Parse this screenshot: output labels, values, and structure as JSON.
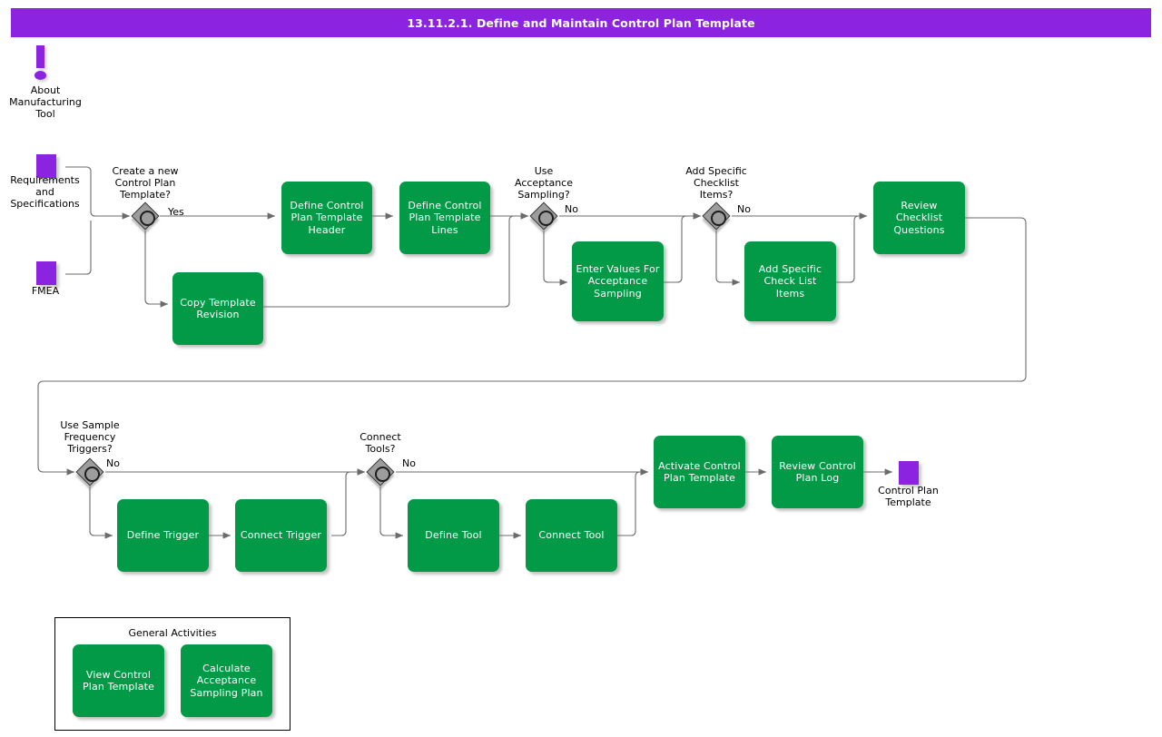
{
  "header": {
    "title": "13.11.2.1. Define and Maintain Control Plan Template"
  },
  "colors": {
    "accent_purple": "#8B23E0",
    "task_green": "#039A47",
    "gateway_gray": "#9D9D9D",
    "connector_gray": "#6B6B6B",
    "text_white": "#FFFFFF",
    "text_black": "#000000",
    "canvas": "#FFFFFF"
  },
  "about": {
    "icon": "exclamation-icon",
    "label": "About\nManufacturing\nTool"
  },
  "data_objects": [
    {
      "id": "requirements",
      "label": "Requirements\nand\nSpecifications",
      "icon": "data-object-icon"
    },
    {
      "id": "fmea",
      "label": "FMEA",
      "icon": "data-object-icon"
    },
    {
      "id": "control_plan_template_out",
      "label": "Control Plan\nTemplate",
      "icon": "data-object-icon"
    }
  ],
  "gateways": [
    {
      "id": "gw_create_new",
      "label": "Create a new\nControl Plan\nTemplate?",
      "branch_label": "Yes"
    },
    {
      "id": "gw_acceptance_sampling",
      "label": "Use\nAcceptance\nSampling?",
      "branch_label": "No"
    },
    {
      "id": "gw_checklist_items",
      "label": "Add Specific\nChecklist\nItems?",
      "branch_label": "No"
    },
    {
      "id": "gw_sample_frequency",
      "label": "Use Sample\nFrequency\nTriggers?",
      "branch_label": "No"
    },
    {
      "id": "gw_connect_tools",
      "label": "Connect\nTools?",
      "branch_label": "No"
    }
  ],
  "tasks": [
    {
      "id": "define_header",
      "label": "Define Control\nPlan Template\nHeader"
    },
    {
      "id": "define_lines",
      "label": "Define Control\nPlan Template\nLines"
    },
    {
      "id": "copy_template",
      "label": "Copy Template\nRevision"
    },
    {
      "id": "enter_values",
      "label": "Enter Values For\nAcceptance\nSampling"
    },
    {
      "id": "add_checklist_items",
      "label": "Add Specific\nCheck List\nItems"
    },
    {
      "id": "review_checklist",
      "label": "Review\nChecklist\nQuestions"
    },
    {
      "id": "define_trigger",
      "label": "Define Trigger"
    },
    {
      "id": "connect_trigger",
      "label": "Connect Trigger"
    },
    {
      "id": "define_tool",
      "label": "Define Tool"
    },
    {
      "id": "connect_tool",
      "label": "Connect Tool"
    },
    {
      "id": "activate_template",
      "label": "Activate Control\nPlan Template"
    },
    {
      "id": "review_log",
      "label": "Review Control\nPlan Log"
    }
  ],
  "general_activities": {
    "title": "General Activities",
    "tasks": [
      {
        "id": "view_template",
        "label": "View Control\nPlan Template"
      },
      {
        "id": "calculate_plan",
        "label": "Calculate\nAcceptance\nSampling Plan"
      }
    ]
  }
}
